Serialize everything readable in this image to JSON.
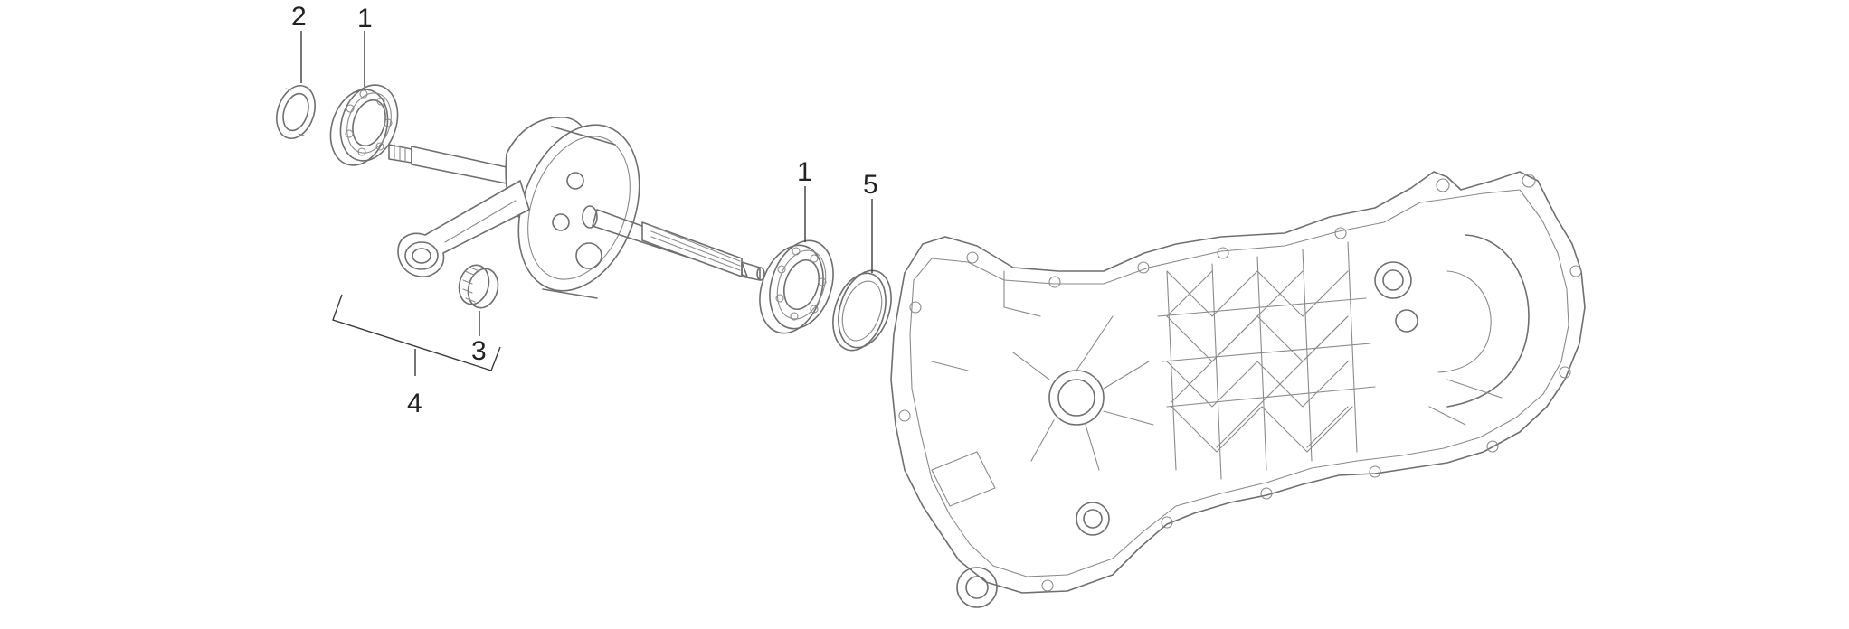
{
  "callouts": {
    "c2": "2",
    "c1_top": "1",
    "c1_mid": "1",
    "c5": "5",
    "c3": "3",
    "c4": "4"
  },
  "colors": {
    "line": "#6f6f6f",
    "text": "#222222",
    "background": "#ffffff"
  }
}
